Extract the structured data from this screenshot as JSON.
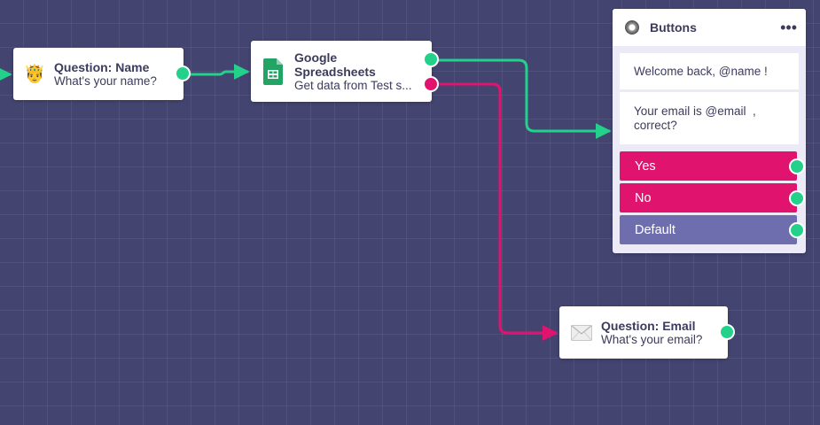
{
  "nodes": {
    "question_name": {
      "title": "Question: Name",
      "subtitle": "What's your name?",
      "icon": "person-emoji-icon"
    },
    "google_sheets": {
      "title_line1": "Google",
      "title_line2": "Spreadsheets",
      "subtitle": "Get data from Test s...",
      "icon": "google-sheets-icon"
    },
    "buttons": {
      "title": "Buttons",
      "menu": "•••",
      "messages": [
        "Welcome back, @name !",
        "Your email is @email  ,",
        "correct?"
      ],
      "options": [
        "Yes",
        "No",
        "Default"
      ]
    },
    "question_email": {
      "title": "Question: Email",
      "subtitle": "What's your email?",
      "icon": "envelope-icon"
    }
  },
  "colors": {
    "canvas": "#434470",
    "success_port": "#23d18b",
    "failure_port": "#e0146f",
    "option_button": "#e0146f",
    "default_button": "#6e6eae"
  }
}
